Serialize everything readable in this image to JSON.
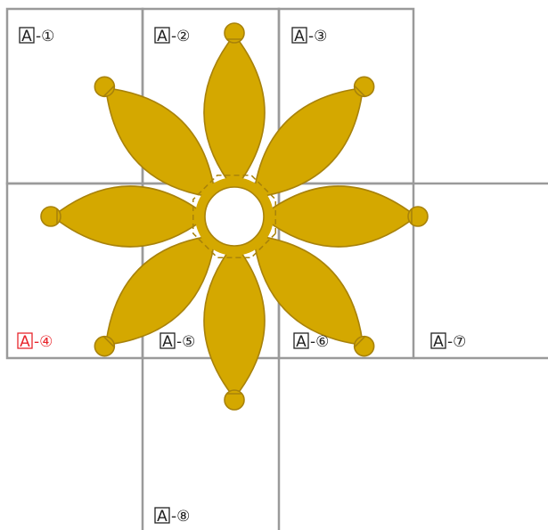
{
  "panels": [
    {
      "id": "1",
      "prefix": "A",
      "suffix": "-①",
      "highlight": false
    },
    {
      "id": "2",
      "prefix": "A",
      "suffix": "-②",
      "highlight": false
    },
    {
      "id": "3",
      "prefix": "A",
      "suffix": "-③",
      "highlight": false
    },
    {
      "id": "4",
      "prefix": "A",
      "suffix": "-④",
      "highlight": true
    },
    {
      "id": "5",
      "prefix": "A",
      "suffix": "-⑤",
      "highlight": false
    },
    {
      "id": "6",
      "prefix": "A",
      "suffix": "-⑥",
      "highlight": false
    },
    {
      "id": "7",
      "prefix": "A",
      "suffix": "-⑦",
      "highlight": false
    },
    {
      "id": "8",
      "prefix": "A",
      "suffix": "-⑧",
      "highlight": false
    }
  ],
  "colors": {
    "petal_fill": "#d4a800",
    "petal_stroke": "#a8820a",
    "grid": "#9a9a9a",
    "highlight": "#e8262c",
    "label": "#222222"
  },
  "design": {
    "petal_count": 8,
    "center": "hollow-hexagon-ring"
  }
}
